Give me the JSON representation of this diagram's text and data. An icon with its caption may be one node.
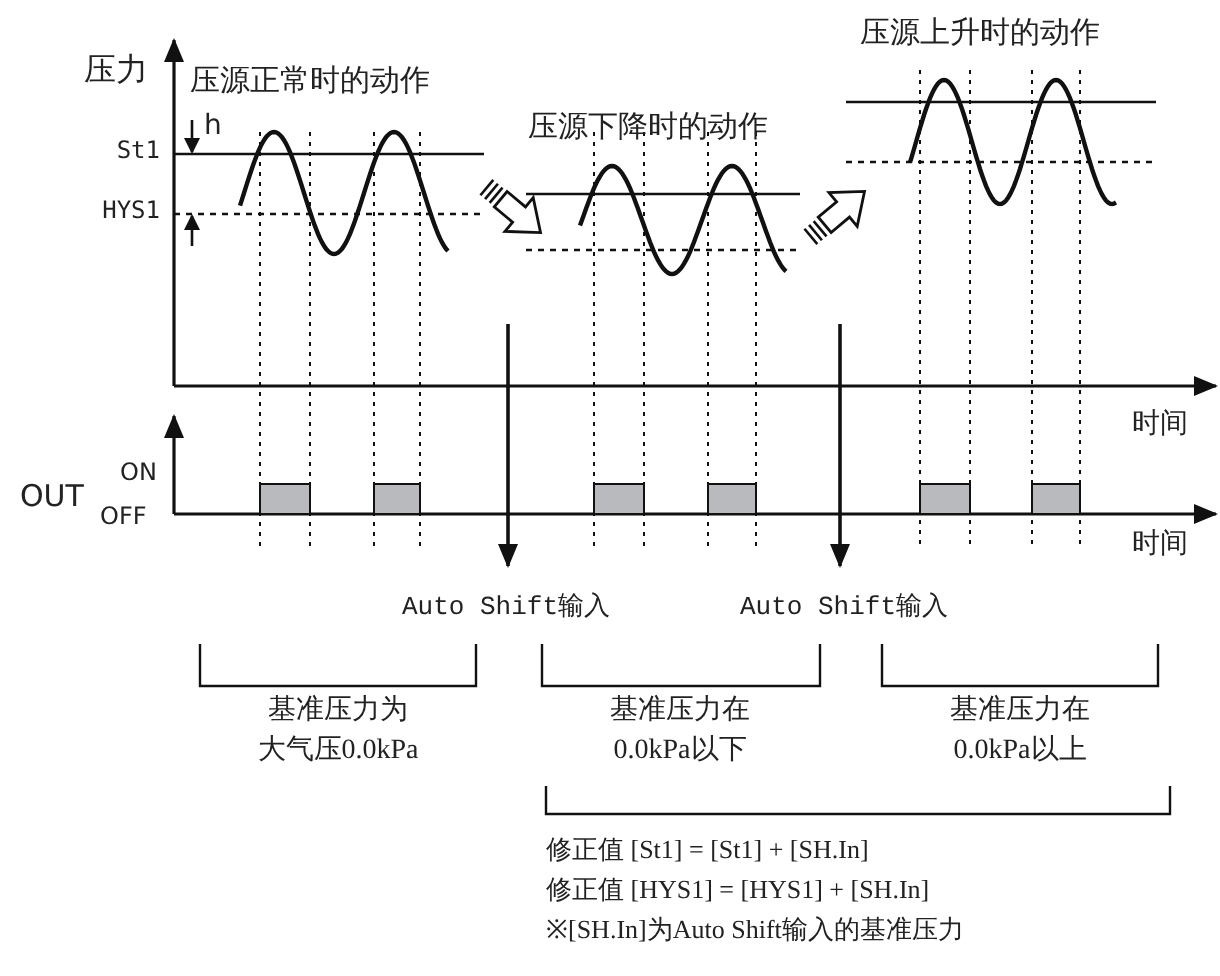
{
  "diagram": {
    "labels": [
      "压源上升时的动作",
      "压力",
      "压源正常时的动作",
      "压源下降时的动作",
      "h",
      "St1",
      "HYS1",
      "时间",
      "OUT",
      "ON",
      "OFF",
      "时间",
      "Auto Shift输入",
      "Auto Shift输入",
      "基准压力为",
      "大气压0.0kPa",
      "基准压力在",
      "0.0kPa以下",
      "基准压力在",
      "0.0kPa以上",
      "修正值 [St1] = [St1] + [SH.In]",
      "修正值 [HYS1] = [HYS1] + [SH.In]",
      "※[SH.In]为Auto Shift输入的基准压力"
    ]
  }
}
